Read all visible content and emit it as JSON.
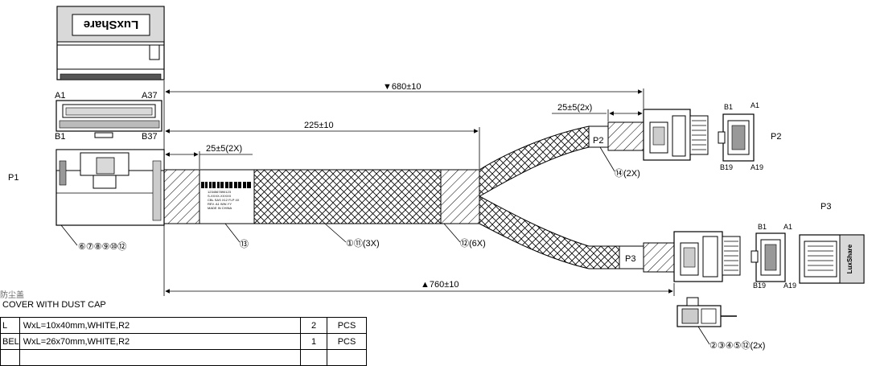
{
  "connectors": {
    "p1": "P1",
    "p2": "P2",
    "p3": "P3",
    "p1_pin_a1": "A1",
    "p1_pin_a37": "A37",
    "p1_pin_b1": "B1",
    "p1_pin_b37": "B37",
    "p2_pin_b1": "B1",
    "p2_pin_a1": "A1",
    "p2_pin_b19": "B19",
    "p2_pin_a19": "A19",
    "p3_pin_b1": "B1",
    "p3_pin_a1": "A1",
    "p3_pin_b19": "B19",
    "p3_pin_a19": "A19",
    "brand": "LuxShare"
  },
  "dimensions": {
    "overall_p2": "▼680±10",
    "overall_p3": "▲760±10",
    "main_length": "225±10",
    "p1_breakout": "25±5(2X)",
    "p2_breakout": "25±5(2x)"
  },
  "callouts": {
    "p1_parts": "⑥⑦⑧⑨⑩⑫",
    "label": "⑬",
    "cable": "①⑪(3X)",
    "sleeve": "⑫(6X)",
    "p2_tag": "⑭(2X)",
    "p3_parts": "②③④⑤⑫(2x)"
  },
  "label_text": {
    "line1": "1234567890123",
    "line2": "S-XXXX-XXXXX",
    "line3": "CBL SAS X12 FLP 4X",
    "line4": "REV. A1  WW-YY",
    "line5": "MADE IN CHINA"
  },
  "notes": {
    "cn": "防尘盖",
    "en": "COVER WITH DUST CAP"
  },
  "bom": [
    {
      "item": "L",
      "spec": "WxL=10x40mm,WHITE,R2",
      "qty": "2",
      "unit": "PCS"
    },
    {
      "item": "BEL",
      "spec": "WxL=26x70mm,WHITE,R2",
      "qty": "1",
      "unit": "PCS"
    },
    {
      "item": "",
      "spec": "",
      "qty": "",
      "unit": ""
    }
  ]
}
